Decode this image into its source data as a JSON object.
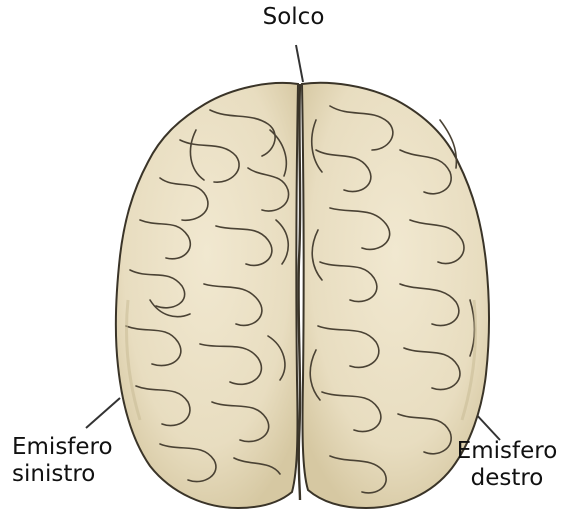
{
  "labels": {
    "top": "Solco",
    "left_line1": "Emisfero",
    "left_line2": "sinistro",
    "right_line1": "Emisfero",
    "right_line2": "destro"
  },
  "colors": {
    "brain_fill": "#ece2c6",
    "brain_shade": "#ddd0ab",
    "brain_outline": "#3a3428",
    "sulci": "#4a4234",
    "leader_lines": "#333333",
    "text": "#111111"
  }
}
